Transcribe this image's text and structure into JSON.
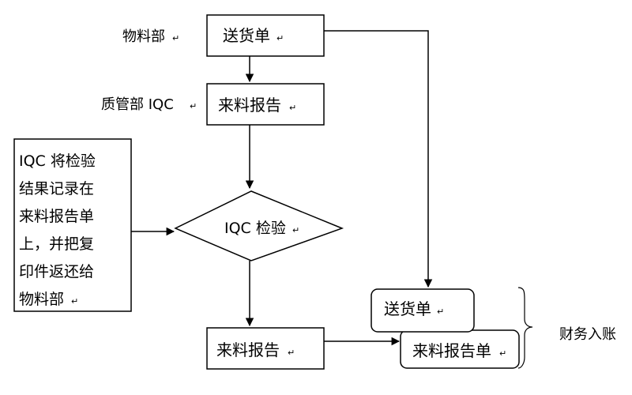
{
  "mark_glyph": "↵",
  "labels": {
    "dept_material": "物料部",
    "dept_qc": "质管部 IQC",
    "finance": "财务入账"
  },
  "nodes": {
    "delivery_note_top": "送货单",
    "incoming_report_top": "来料报告",
    "iqc_inspection": "IQC 检验",
    "incoming_report_bottom": "来料报告",
    "delivery_note_stacked": "送货单",
    "incoming_report_stacked": "来料报告单"
  },
  "note_lines": [
    "IQC 将检验",
    "结果记录在",
    "来料报告单",
    "上，并把复",
    "印件返还给",
    "物料部"
  ]
}
